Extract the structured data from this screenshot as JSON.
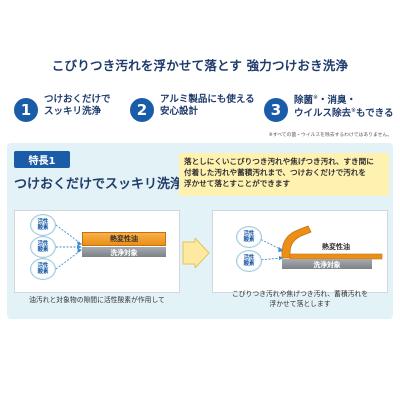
{
  "headline": "こびりつき汚れを浮かせて落とす 強力つけおき洗浄",
  "features": [
    {
      "number": "1",
      "line1": "つけおくだけで",
      "line2": "スッキリ洗浄"
    },
    {
      "number": "2",
      "line1": "アルミ製品にも使える",
      "line2": "安心設計"
    },
    {
      "number": "3",
      "line1a": "除菌",
      "line1b": "・消臭・",
      "line2a": "ウイルス除去",
      "line2b": "もできる",
      "mark": "※"
    }
  ],
  "note": "※すべての菌・ウイルスを除去するわけではありません。",
  "panel": {
    "badge": "特長1",
    "title": "つけおくだけでスッキリ洗浄",
    "description": "落としにくいこびりつき汚れや焦げつき汚れ、すき間に\n付着した汚れや蓄積汚れまで、つけおくだけで汚れを\n浮かせて落とすことができます"
  },
  "diagram_left": {
    "cloud_label": "活性\n酸素",
    "oil_label": "熱変性油",
    "target_label": "洗浄対象",
    "caption": "油汚れと対象物の隙間に活性酸素が作用して"
  },
  "diagram_right": {
    "cloud_label": "活性\n酸素",
    "oil_label": "熱変性油",
    "target_label": "洗浄対象",
    "caption": "こびりつき汚れや焦げつき汚れ、蓄積汚れを\n浮かせて落とします"
  },
  "colors": {
    "accent_blue": "#1a5ca8",
    "panel_bg": "#e3f2f6",
    "highlight_yellow": "#fff2b0",
    "oil_orange": "#ec8f16",
    "target_gray": "#8a8f94"
  }
}
